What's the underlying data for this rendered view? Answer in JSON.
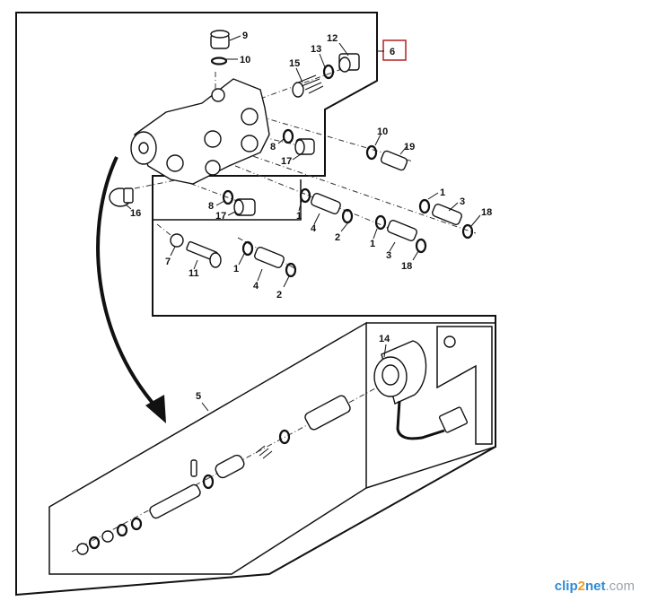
{
  "diagram": {
    "title": "Control valve assembly exploded view",
    "callout_highlight_color": "#b22222",
    "labels": {
      "p1a": "1",
      "p1b": "1",
      "p1c": "1",
      "p1d": "1",
      "p2a": "2",
      "p2b": "2",
      "p3a": "3",
      "p3b": "3",
      "p4a": "4",
      "p4b": "4",
      "p5": "5",
      "p6": "6",
      "p7": "7",
      "p8a": "8",
      "p8b": "8",
      "p9": "9",
      "p10a": "10",
      "p10b": "10",
      "p11": "11",
      "p12": "12",
      "p13": "13",
      "p14": "14",
      "p15": "15",
      "p16": "16",
      "p17a": "17",
      "p17b": "17",
      "p18a": "18",
      "p18b": "18",
      "p19": "19"
    }
  },
  "watermark": {
    "part1": "clip",
    "part2": "2",
    "part3": "net",
    "part4": ".com"
  }
}
